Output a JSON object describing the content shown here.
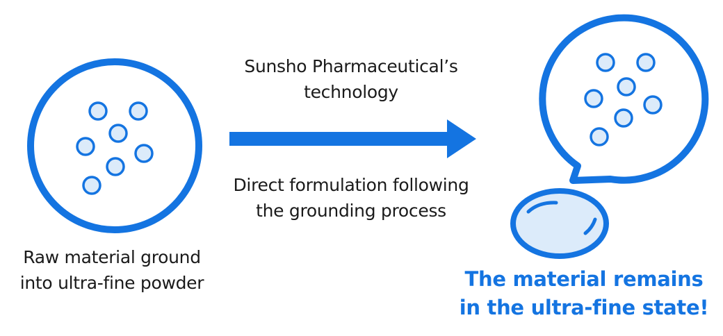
{
  "colors": {
    "accent": "#1474e1",
    "particle_fill": "#dcebfa",
    "text": "#1a1a1a",
    "background": "#ffffff"
  },
  "left": {
    "caption_line1": "Raw material ground",
    "caption_line2": "into ultra-fine powder"
  },
  "arrow": {
    "top_line1": "Sunsho Pharmaceutical’s",
    "top_line2": "technology",
    "bottom_line1": "Direct formulation following",
    "bottom_line2": "the grounding process"
  },
  "right": {
    "caption_line1": "The material remains",
    "caption_line2": "in the ultra-fine state!"
  },
  "icons": [
    "powder-circle-icon",
    "arrow-right-icon",
    "speech-bubble-icon",
    "capsule-icon",
    "particle-icon"
  ]
}
